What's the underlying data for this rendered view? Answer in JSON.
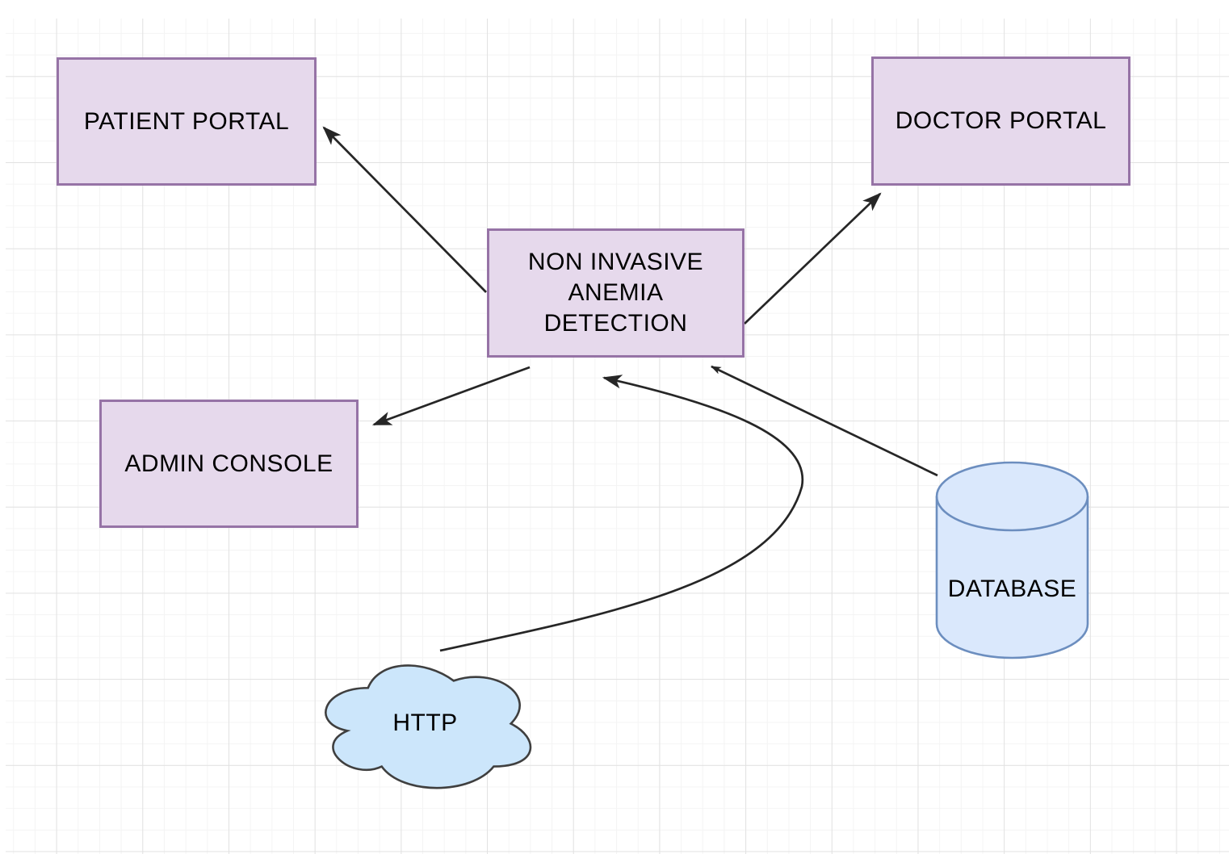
{
  "canvas": {
    "kind": "diagram-editor-grid-canvas",
    "grid_visible": true
  },
  "nodes": {
    "patient_portal": {
      "label": "PATIENT PORTAL",
      "shape": "rectangle"
    },
    "doctor_portal": {
      "label": "DOCTOR PORTAL",
      "shape": "rectangle"
    },
    "anemia_detection": {
      "label": "NON INVASIVE ANEMIA DETECTION",
      "label_line1": "NON INVASIVE",
      "label_line2": "ANEMIA",
      "label_line3": "DETECTION",
      "shape": "rectangle"
    },
    "admin_console": {
      "label": "ADMIN CONSOLE",
      "shape": "rectangle"
    },
    "database": {
      "label": "DATABASE",
      "shape": "cylinder"
    },
    "http_cloud": {
      "label": "HTTP",
      "shape": "cloud"
    }
  },
  "edges": [
    {
      "from": "anemia_detection",
      "to": "patient_portal",
      "style": "straight-arrow"
    },
    {
      "from": "anemia_detection",
      "to": "doctor_portal",
      "style": "straight-arrow"
    },
    {
      "from": "anemia_detection",
      "to": "admin_console",
      "style": "straight-arrow"
    },
    {
      "from": "database",
      "to": "anemia_detection",
      "style": "straight-arrow"
    },
    {
      "from": "http_cloud",
      "to": "anemia_detection",
      "style": "curved-arrow"
    }
  ],
  "colors": {
    "node_fill_purple": "#e6d9ec",
    "node_stroke_purple": "#9673a6",
    "database_fill": "#dae8fc",
    "database_stroke": "#6c8ebf",
    "cloud_fill": "#cce6fb",
    "cloud_stroke": "#3f3f3f",
    "edge_color": "#262626",
    "grid_minor": "#f4f4f4",
    "grid_major": "#e2e2e2",
    "text_color": "#000000"
  }
}
